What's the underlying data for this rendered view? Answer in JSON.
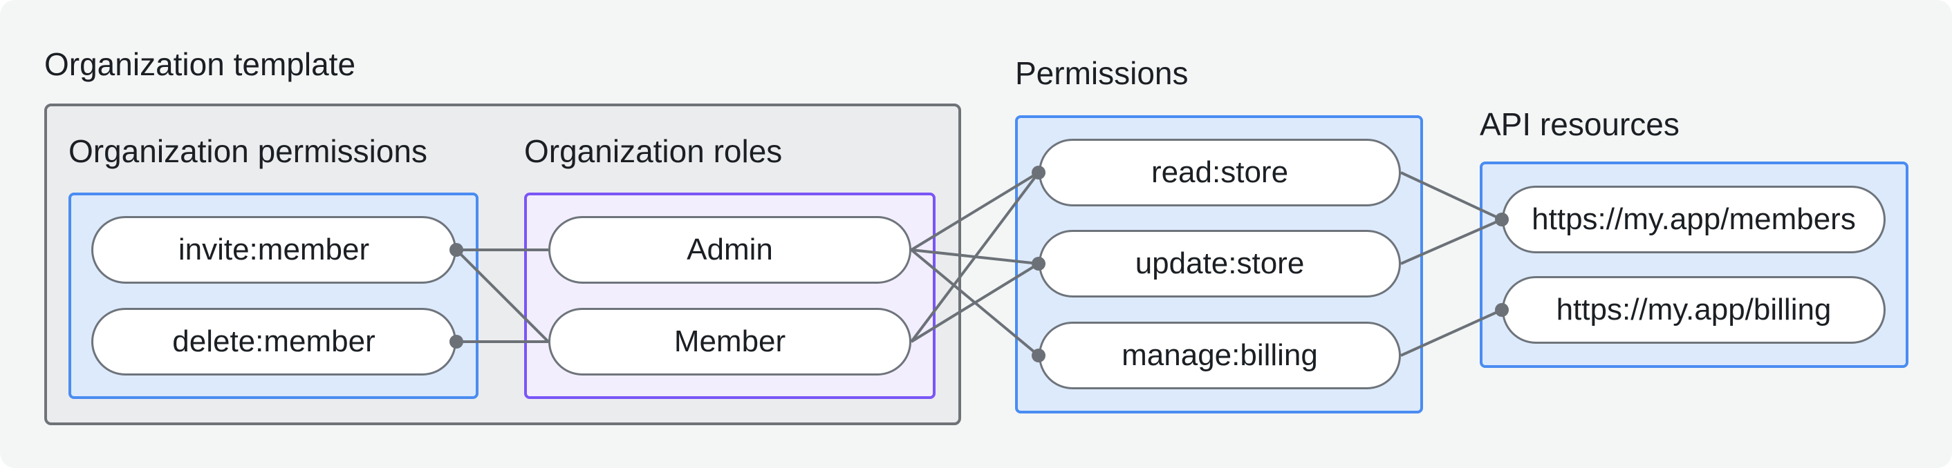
{
  "diagram": {
    "org_template": {
      "label": "Organization template"
    },
    "org_permissions": {
      "label": "Organization permissions",
      "pills": {
        "invite": "invite:member",
        "delete": "delete:member"
      }
    },
    "org_roles": {
      "label": "Organization roles",
      "pills": {
        "admin": "Admin",
        "member": "Member"
      }
    },
    "permissions": {
      "label": "Permissions",
      "pills": {
        "read": "read:store",
        "update": "update:store",
        "manage": "manage:billing"
      }
    },
    "api_resources": {
      "label": "API resources",
      "pills": {
        "members": "https://my.app/members",
        "billing": "https://my.app/billing"
      }
    }
  },
  "edges": [
    [
      "invite",
      "admin"
    ],
    [
      "invite",
      "member"
    ],
    [
      "delete",
      "member"
    ],
    [
      "admin",
      "read"
    ],
    [
      "admin",
      "update"
    ],
    [
      "admin",
      "manage"
    ],
    [
      "member",
      "read"
    ],
    [
      "member",
      "update"
    ],
    [
      "read",
      "members"
    ],
    [
      "update",
      "members"
    ],
    [
      "manage",
      "billing"
    ]
  ],
  "dots": [
    {
      "node": "invite",
      "side": "right"
    },
    {
      "node": "delete",
      "side": "right"
    },
    {
      "node": "read",
      "side": "left"
    },
    {
      "node": "update",
      "side": "left"
    },
    {
      "node": "manage",
      "side": "left"
    },
    {
      "node": "members",
      "side": "left"
    },
    {
      "node": "billing",
      "side": "left"
    }
  ],
  "style": {
    "connector_color": "#6b7177",
    "connector_width": 4,
    "dot_radius": 10,
    "canvas_bg": "#f4f6f6",
    "gray_box_fill": "#ebeced",
    "gray_box_border": "#6f7377",
    "blue_box_fill": "#ddeafc",
    "blue_box_border": "#4a8cf2",
    "purple_box_fill": "#f3eefd",
    "purple_box_border": "#7a55f7",
    "pill_border": "#6e747b",
    "text_color": "#1b1f23"
  }
}
